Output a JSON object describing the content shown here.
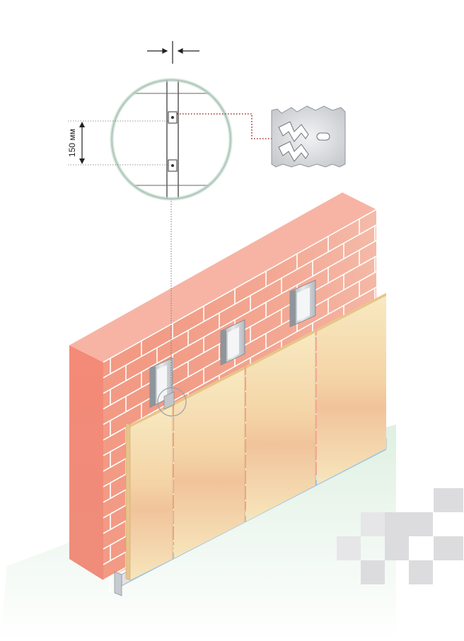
{
  "diagram": {
    "dimension_label": "150 мм",
    "colors": {
      "brick_face": "#ef9e88",
      "brick_side": "#f08878",
      "brick_top": "#f5a898",
      "mortar": "#ffffff",
      "panel_light": "#f8eec0",
      "panel_warm": "#f2c79c",
      "panel_edge": "#e8c48c",
      "profile_metal": "#c9ccd0",
      "floor_green": "#d6ecdc",
      "dotted_red": "#a32a2a",
      "checker_gray": "#d8d8da"
    },
    "icons": [
      "brick-wall",
      "drywall-panel",
      "metal-stud-profile",
      "wall-clip-bracket",
      "zoom-circle",
      "checker-logo"
    ]
  }
}
